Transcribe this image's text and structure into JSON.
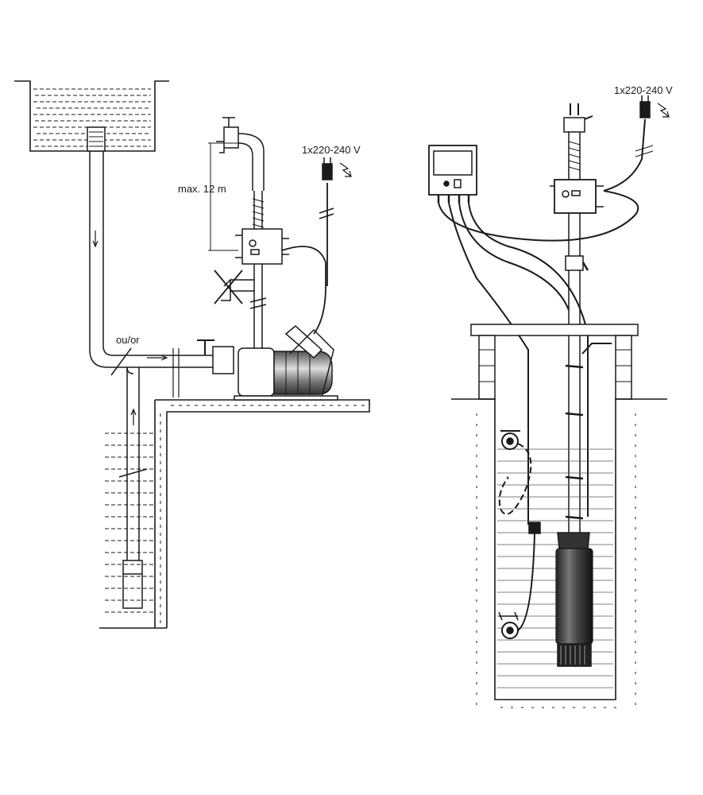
{
  "left_installation": {
    "height_label": "max. 12 m",
    "voltage_label": "1x220-240 V",
    "alternative_label": "ou/or"
  },
  "right_installation": {
    "voltage_label": "1x220-240 V"
  },
  "colors": {
    "line": "#1a1a1a",
    "pump_body": "#333333",
    "water_hatch": "#444444"
  }
}
